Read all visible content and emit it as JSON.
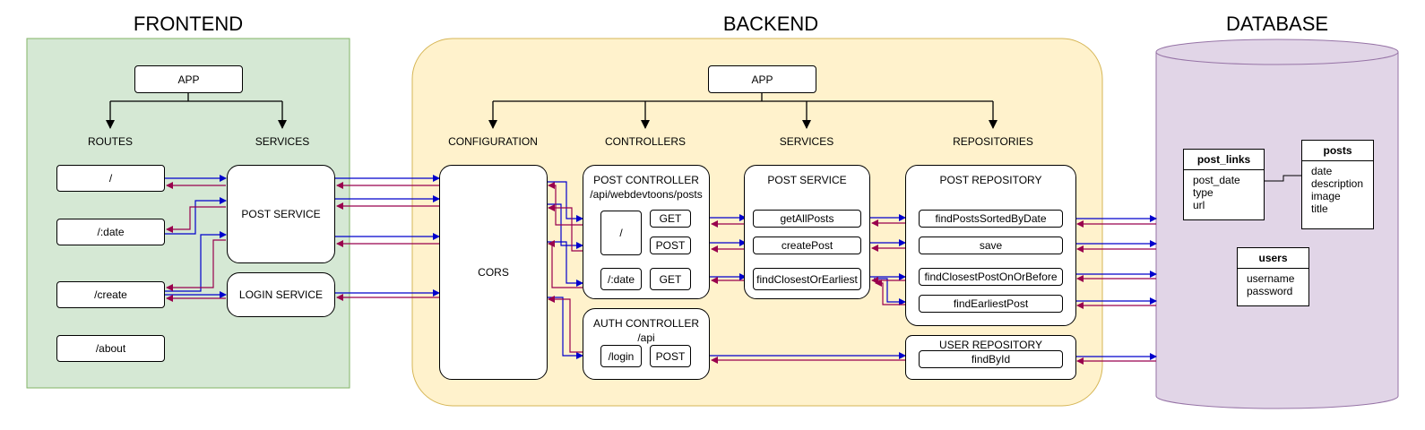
{
  "sections": {
    "frontend": "FRONTEND",
    "backend": "BACKEND",
    "database": "DATABASE"
  },
  "frontend": {
    "app": "APP",
    "routes_label": "ROUTES",
    "services_label": "SERVICES",
    "routes": [
      "/",
      "/:date",
      "/create",
      "/about"
    ],
    "post_service": "POST SERVICE",
    "login_service": "LOGIN SERVICE"
  },
  "backend": {
    "app": "APP",
    "configuration_label": "CONFIGURATION",
    "controllers_label": "CONTROLLERS",
    "services_label": "SERVICES",
    "repositories_label": "REPOSITORIES",
    "cors": "CORS",
    "post_controller": {
      "title": "POST CONTROLLER",
      "path": "/api/webdevtoons/posts",
      "root": "/",
      "get": "GET",
      "post": "POST",
      "date": "/:date",
      "get2": "GET"
    },
    "auth_controller": {
      "title": "AUTH CONTROLLER",
      "path": "/api",
      "login": "/login",
      "post": "POST"
    },
    "post_service": {
      "title": "POST SERVICE",
      "methods": [
        "getAllPosts",
        "createPost",
        "findClosestOrEarliest"
      ]
    },
    "post_repository": {
      "title": "POST REPOSITORY",
      "methods": [
        "findPostsSortedByDate",
        "save",
        "findClosestPostOnOrBefore",
        "findEarliestPost"
      ]
    },
    "user_repository": {
      "title": "USER REPOSITORY",
      "methods": [
        "findById"
      ]
    }
  },
  "database": {
    "tables": [
      {
        "name": "post_links",
        "fields": [
          "post_date",
          "type",
          "url"
        ]
      },
      {
        "name": "posts",
        "fields": [
          "date",
          "description",
          "image",
          "title"
        ]
      },
      {
        "name": "users",
        "fields": [
          "username",
          "password"
        ]
      }
    ]
  },
  "colors": {
    "frontend_fill": "#d5e8d4",
    "frontend_stroke": "#82b366",
    "backend_fill": "#fff2cc",
    "backend_stroke": "#d6b656",
    "database_fill": "#e1d5e7",
    "database_stroke": "#9673a6",
    "request_arrow": "#0000cc",
    "response_arrow": "#99004d"
  }
}
